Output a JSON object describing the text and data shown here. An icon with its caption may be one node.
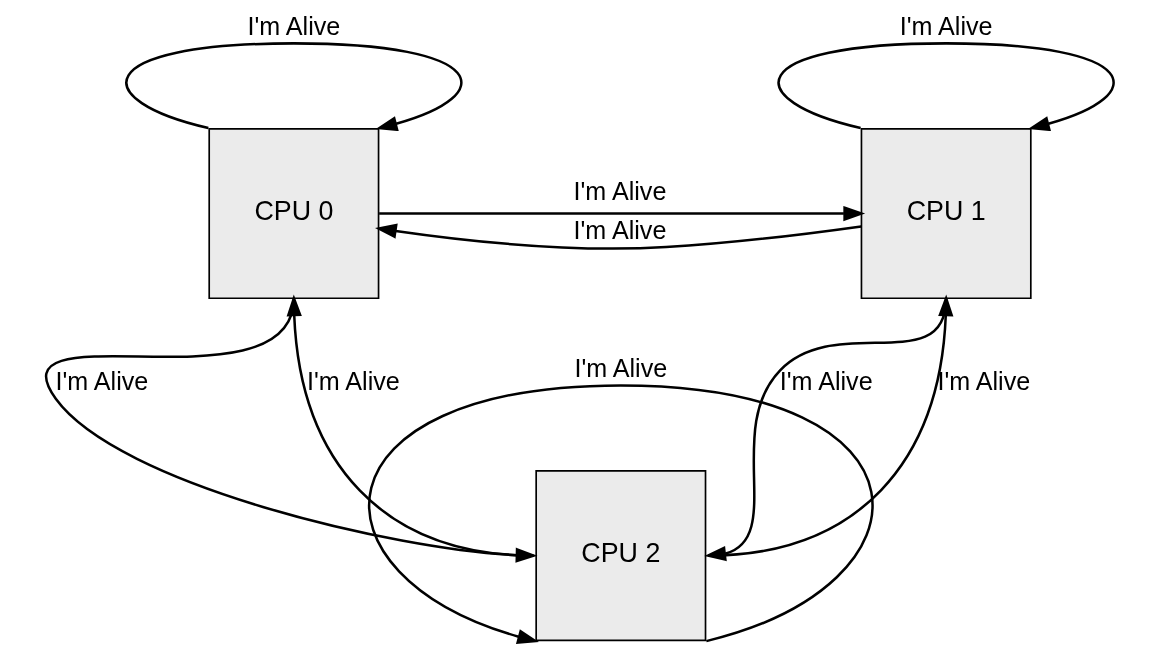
{
  "diagram": {
    "nodes": [
      {
        "text": [
          "CPU 0"
        ]
      },
      {
        "text": [
          "CPU 1"
        ]
      },
      {
        "text": [
          "CPU 2"
        ]
      }
    ],
    "edges": [
      {
        "from": 0,
        "to": 0,
        "arrow": "to",
        "label": "I'm Alive"
      },
      {
        "from": 1,
        "to": 1,
        "arrow": "to",
        "label": "I'm Alive"
      },
      {
        "from": 0,
        "to": 1,
        "arrow": "to",
        "label": "I'm Alive"
      },
      {
        "from": 1,
        "to": 0,
        "arrow": "to",
        "label": "I'm Alive"
      },
      {
        "from": 0,
        "to": 2,
        "arrow": "to",
        "label": "I'm Alive"
      },
      {
        "from": 2,
        "to": 1,
        "arrow": "to",
        "label": "I'm Alive"
      },
      {
        "from": 2,
        "to": 0,
        "arrow": "to",
        "label": "I'm Alive"
      },
      {
        "from": 1,
        "to": 2,
        "arrow": "to",
        "label": "I'm Alive"
      },
      {
        "from": 2,
        "to": 2,
        "arrow": "to",
        "label": "I'm Alive"
      }
    ]
  }
}
